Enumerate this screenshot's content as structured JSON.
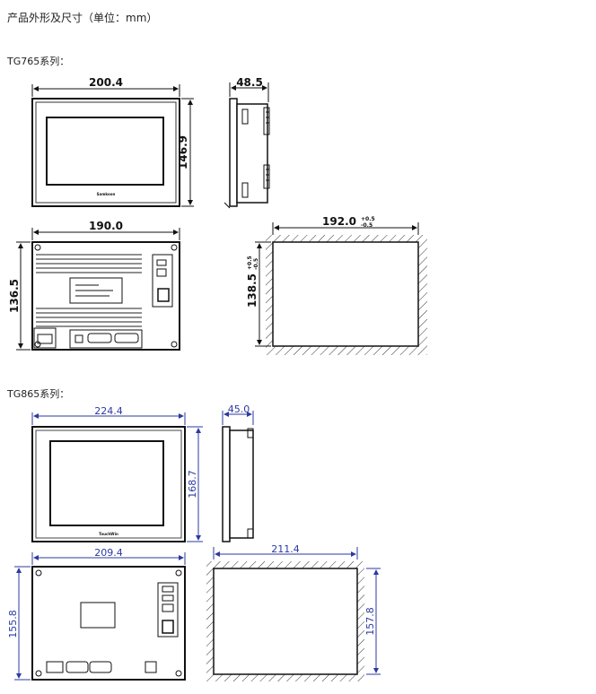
{
  "page_title": "产品外形及尺寸（单位：mm）",
  "sections": [
    {
      "label": "TG765系列：",
      "dims": {
        "front_width": "200.4",
        "front_height": "146.9",
        "side_depth": "48.5",
        "rear_width": "190.0",
        "rear_height": "136.5",
        "cutout_width": "192.0",
        "cutout_width_tol": [
          "+0.5",
          "-0.5"
        ],
        "cutout_height": "138.5",
        "cutout_height_tol": [
          "+0.5",
          "-0.5"
        ]
      },
      "brand_mark": "Samkoon"
    },
    {
      "label": "TG865系列：",
      "dims": {
        "front_width": "224.4",
        "front_height": "168.7",
        "side_depth": "45.0",
        "rear_width": "209.4",
        "rear_height": "155.8",
        "cutout_width": "211.4",
        "cutout_height": "157.8"
      },
      "brand_mark": "TouchWin"
    }
  ]
}
